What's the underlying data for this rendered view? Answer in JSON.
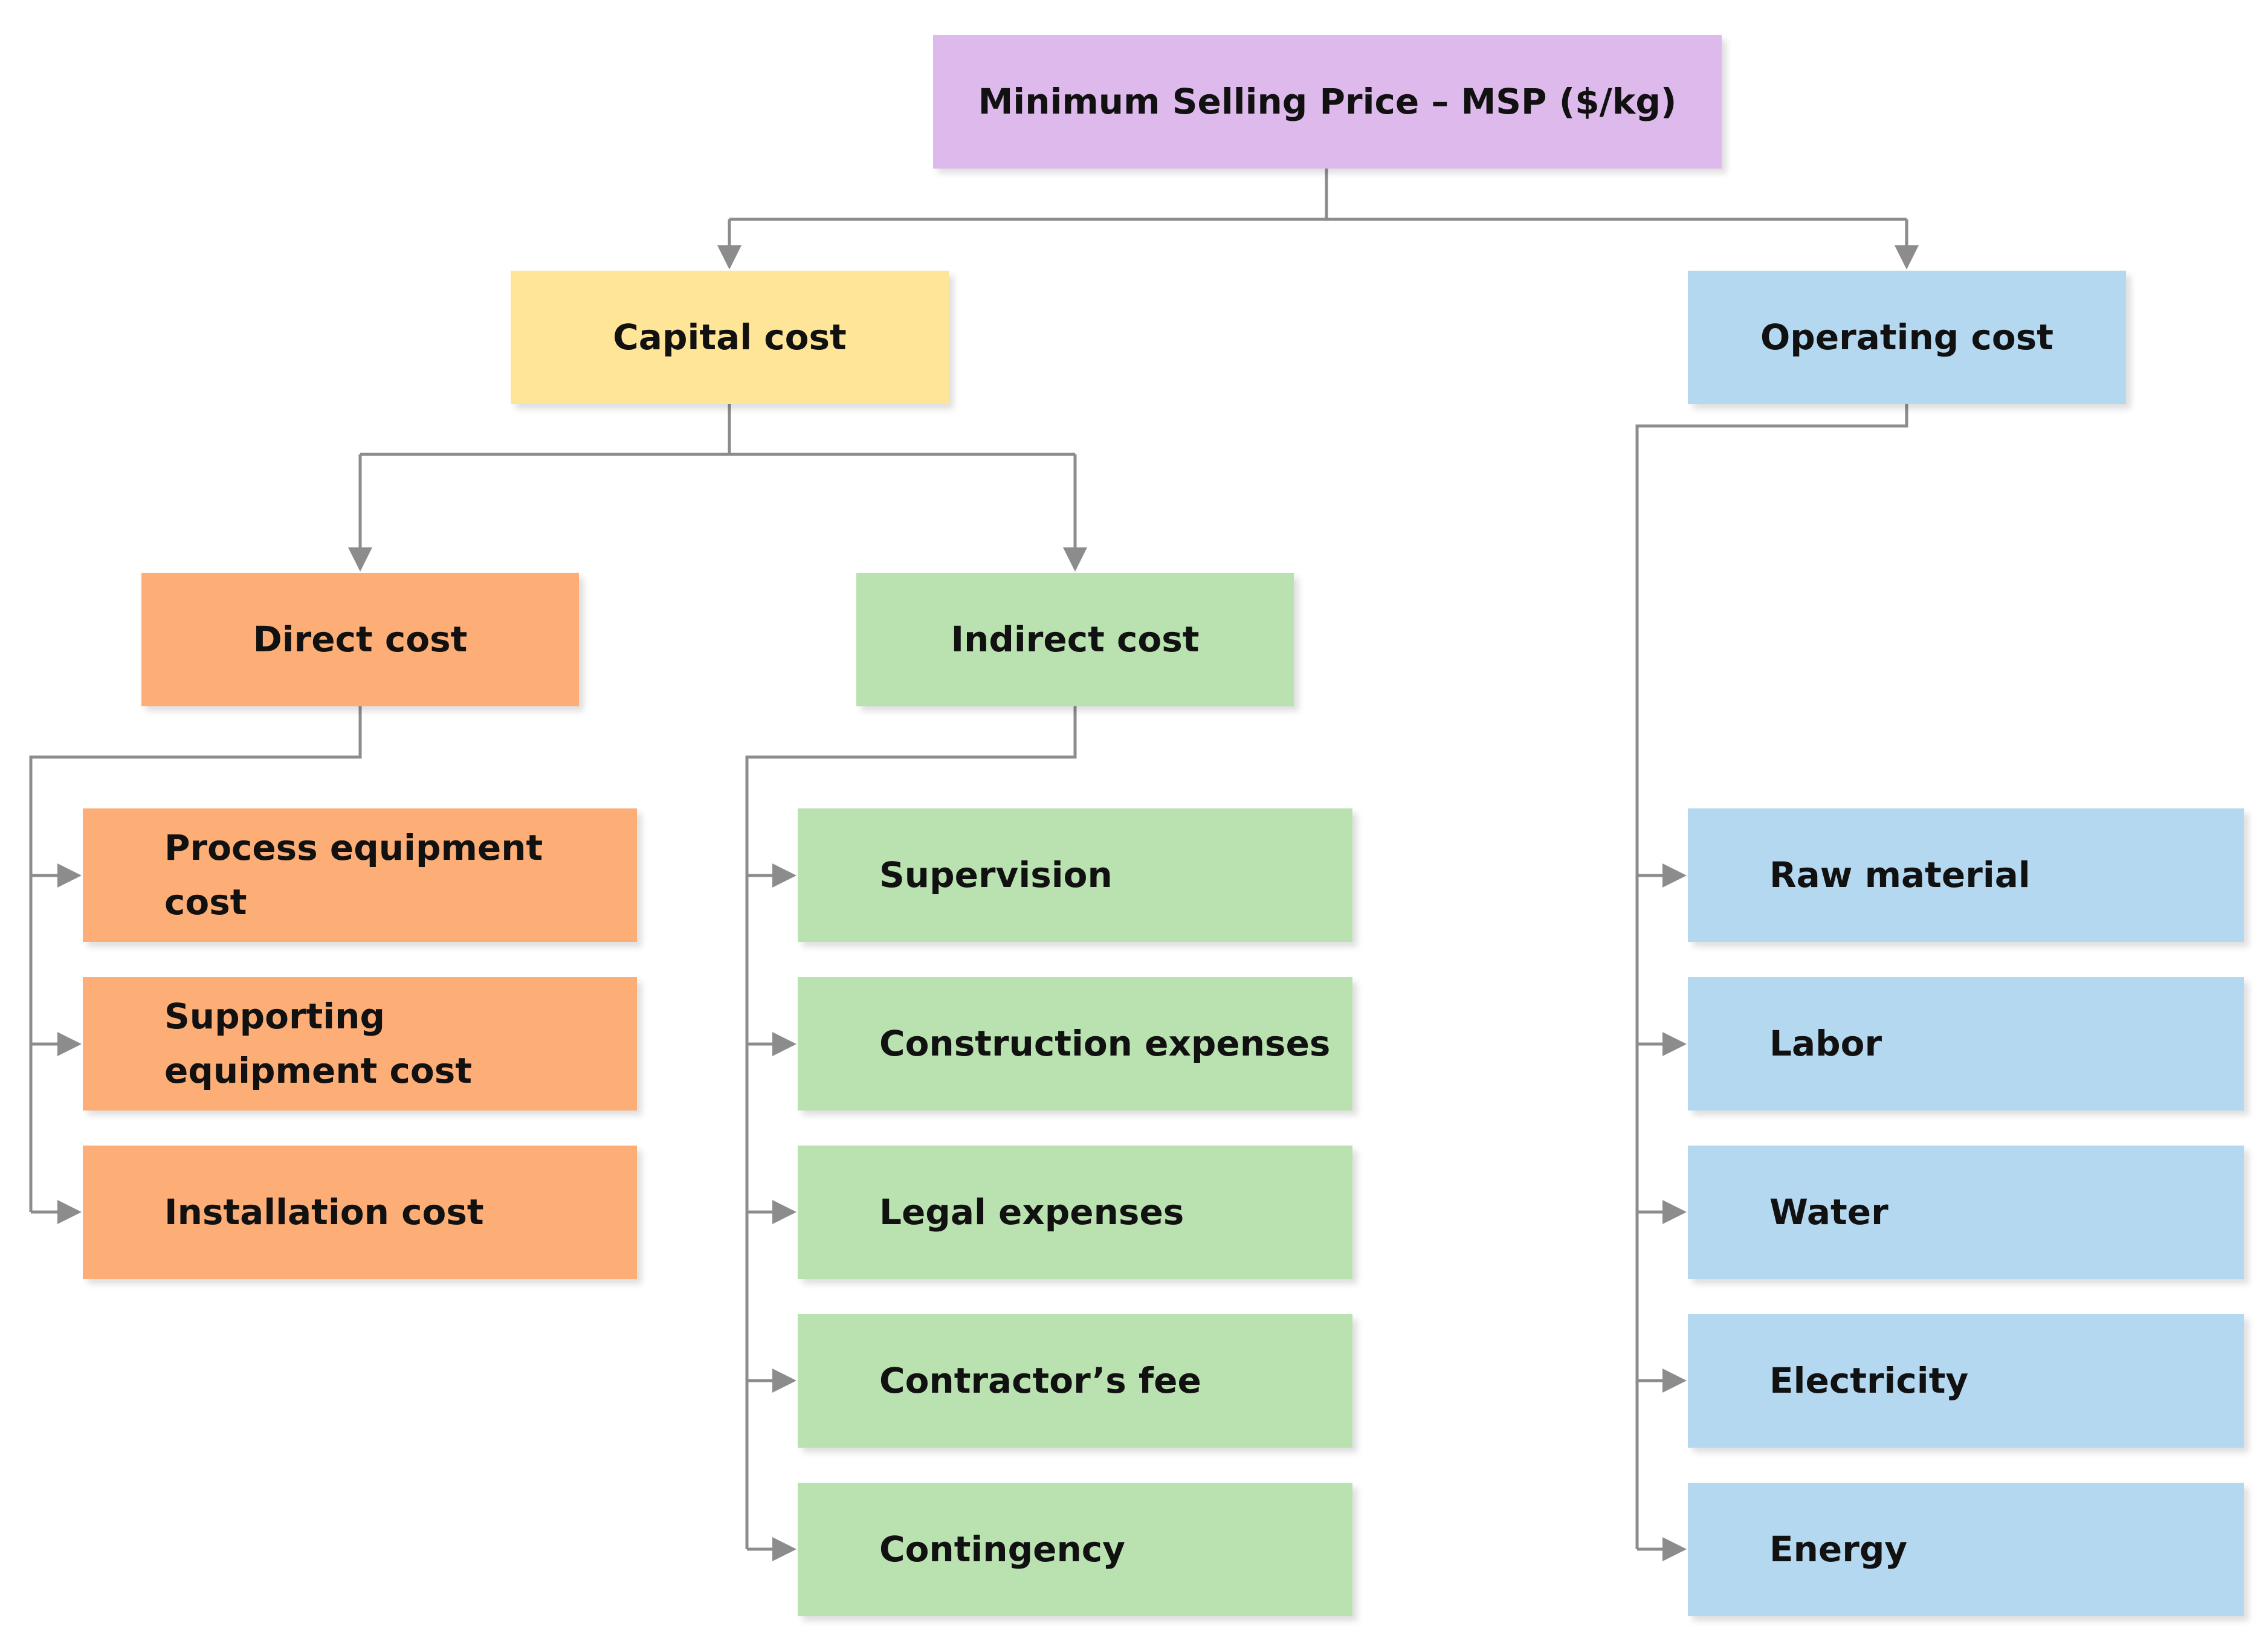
{
  "colors": {
    "root": "#DDB9EC",
    "capital": "#FFE597",
    "operating": "#B5D8F1",
    "direct": "#FDAE77",
    "indirect": "#BAE1B0",
    "connector": "#8C8C8C"
  },
  "root": {
    "label": "Minimum Selling Price – MSP ($/kg)"
  },
  "capital_cost": {
    "label": "Capital cost",
    "direct_cost": {
      "label": "Direct cost",
      "items": [
        "Process equipment cost",
        "Supporting equipment cost",
        "Installation cost"
      ]
    },
    "indirect_cost": {
      "label": "Indirect cost",
      "items": [
        "Supervision",
        "Construction expenses",
        "Legal expenses",
        "Contractor’s fee",
        "Contingency"
      ]
    }
  },
  "operating_cost": {
    "label": "Operating cost",
    "items": [
      "Raw material",
      "Labor",
      "Water",
      "Electricity",
      "Energy"
    ]
  }
}
